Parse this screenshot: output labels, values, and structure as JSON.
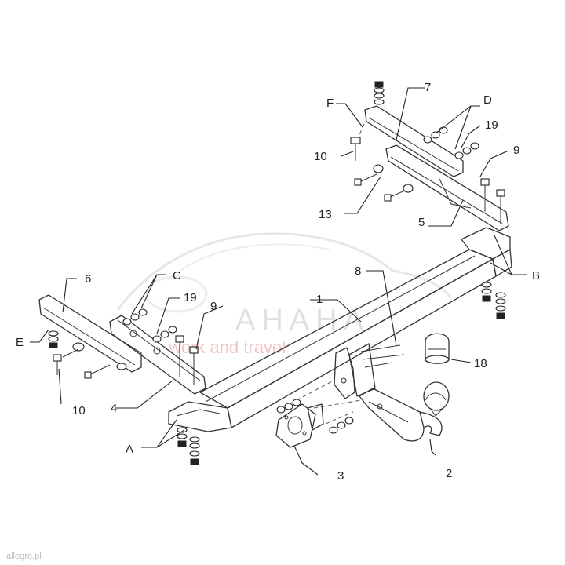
{
  "watermark": {
    "brand": "AHAHA",
    "tagline": "work and travel",
    "corner_text": "allegro.pl"
  },
  "callouts": {
    "c1": "1",
    "c2": "2",
    "c3": "3",
    "c4": "4",
    "c5": "5",
    "c6": "6",
    "c7": "7",
    "c8": "8",
    "c9_left": "9",
    "c9_right": "9",
    "c10_top": "10",
    "c10_bottom": "10",
    "c13": "13",
    "c18": "18",
    "c19_left": "19",
    "c19_right": "19",
    "cA": "A",
    "cB": "B",
    "cC": "C",
    "cD": "D",
    "cE": "E",
    "cF": "F"
  }
}
